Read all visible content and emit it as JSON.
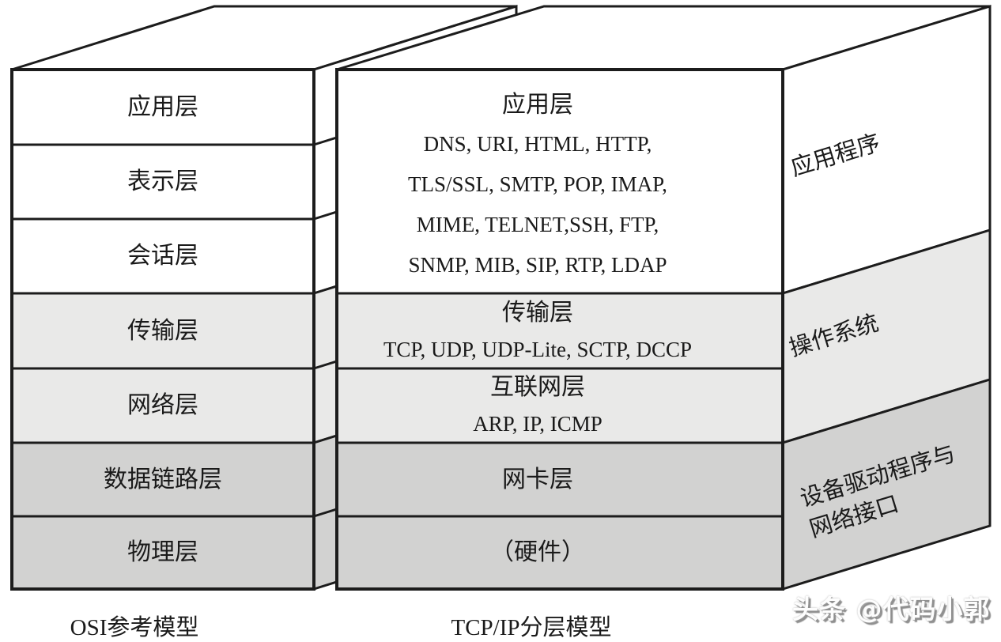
{
  "diagram": {
    "osi": {
      "caption": "OSI参考模型",
      "layers": [
        {
          "label": "应用层"
        },
        {
          "label": "表示层"
        },
        {
          "label": "会话层"
        },
        {
          "label": "传输层"
        },
        {
          "label": "网络层"
        },
        {
          "label": "数据链路层"
        },
        {
          "label": "物理层"
        }
      ]
    },
    "tcpip": {
      "caption": "TCP/IP分层模型",
      "application": {
        "title": "应用层",
        "protocol_lines": [
          "DNS, URI, HTML, HTTP,",
          "TLS/SSL, SMTP, POP, IMAP,",
          "MIME, TELNET,SSH, FTP,",
          "SNMP, MIB, SIP, RTP, LDAP"
        ]
      },
      "transport": {
        "title": "传输层",
        "protocols": "TCP, UDP, UDP-Lite, SCTP, DCCP"
      },
      "internet": {
        "title": "互联网层",
        "protocols": "ARP, IP, ICMP"
      },
      "network_card": {
        "title": "网卡层"
      },
      "hardware": {
        "title": "（硬件）"
      }
    },
    "side_labels": {
      "application_scope": "应用程序",
      "os_scope": "操作系统",
      "driver_scope_line1": "设备驱动程序与",
      "driver_scope_line2": "网络接口"
    },
    "watermark": "头条 @代码小郭",
    "colors": {
      "layer_white": "#ffffff",
      "layer_light": "#e9e9e8",
      "layer_dark": "#d2d2d1",
      "line": "#1c1c1c",
      "watermark_shadow": "#8f8f8f"
    }
  }
}
